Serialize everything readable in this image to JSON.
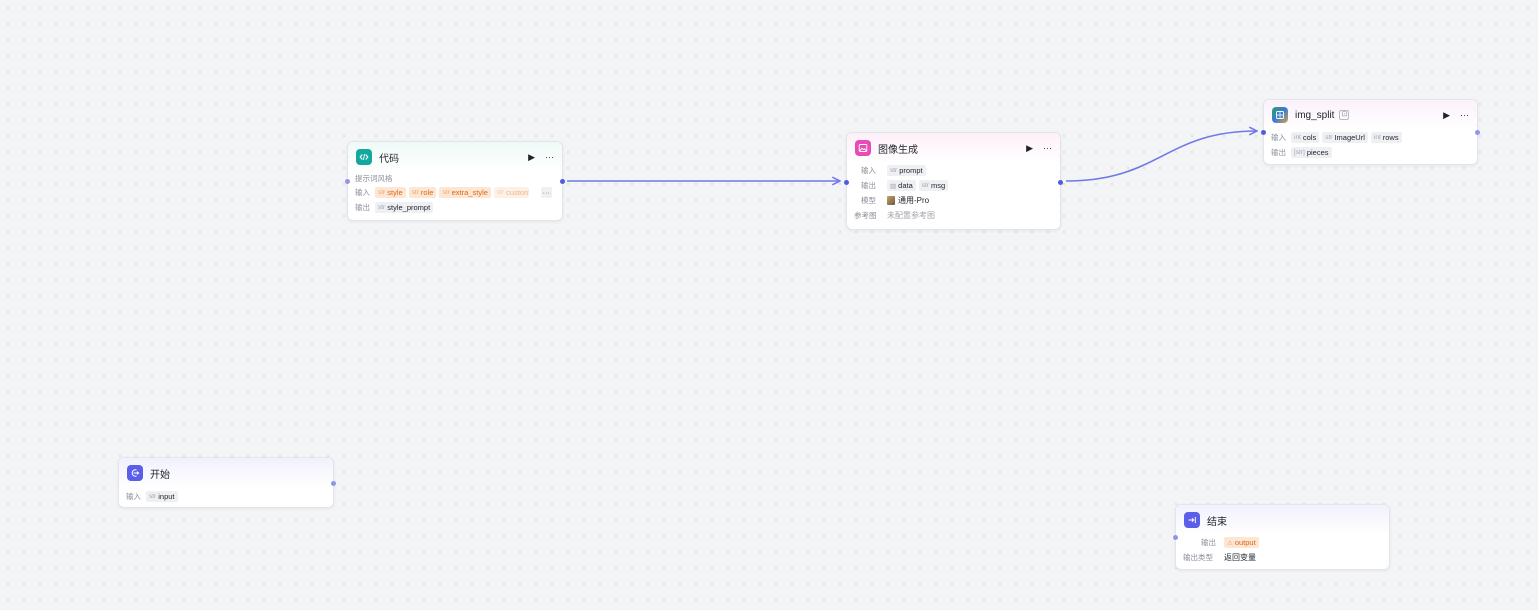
{
  "nodes": {
    "code": {
      "title": "代码",
      "description": "提示词风格",
      "input_label": "输入",
      "output_label": "输出",
      "inputs": [
        {
          "type": "str",
          "name": "style"
        },
        {
          "type": "str",
          "name": "role"
        },
        {
          "type": "str",
          "name": "extra_style"
        },
        {
          "type": "str",
          "name": "custom"
        }
      ],
      "more": "···",
      "outputs": [
        {
          "type": "str",
          "name": "style_prompt"
        }
      ],
      "run_icon": "▶",
      "menu_icon": "···"
    },
    "image_gen": {
      "title": "图像生成",
      "input_label": "输入",
      "output_label": "输出",
      "model_label": "模型",
      "ref_label": "参考图",
      "inputs": [
        {
          "type": "str",
          "name": "prompt"
        }
      ],
      "outputs": [
        {
          "type": "img",
          "name": "data"
        },
        {
          "type": "str",
          "name": "msg"
        }
      ],
      "model_value": "通用-Pro",
      "ref_value": "未配置参考图",
      "run_icon": "▶",
      "menu_icon": "···"
    },
    "img_split": {
      "title": "img_split",
      "badge": "⊡",
      "input_label": "输入",
      "output_label": "输出",
      "inputs": [
        {
          "type": "int",
          "name": "cols"
        },
        {
          "type": "str",
          "name": "ImageUrl"
        },
        {
          "type": "int",
          "name": "rows"
        }
      ],
      "outputs": [
        {
          "type": "[str]",
          "name": "pieces"
        }
      ],
      "run_icon": "▶",
      "menu_icon": "···"
    },
    "start": {
      "title": "开始",
      "input_label": "输入",
      "inputs": [
        {
          "type": "str",
          "name": "input"
        }
      ]
    },
    "end": {
      "title": "结束",
      "output_label": "输出",
      "outputs": [
        {
          "type": "⚠",
          "name": "output"
        }
      ],
      "return_label": "输出类型",
      "return_value": "返回变量"
    }
  },
  "colors": {
    "edge": "#6e78e8",
    "port": "#4e5ce3",
    "code_icon": "#13a89e",
    "image_icon": "#e84ab6",
    "start_icon": "#5b5ee8",
    "end_icon": "#5b5ee8",
    "warn_tag": "#d86a18"
  }
}
